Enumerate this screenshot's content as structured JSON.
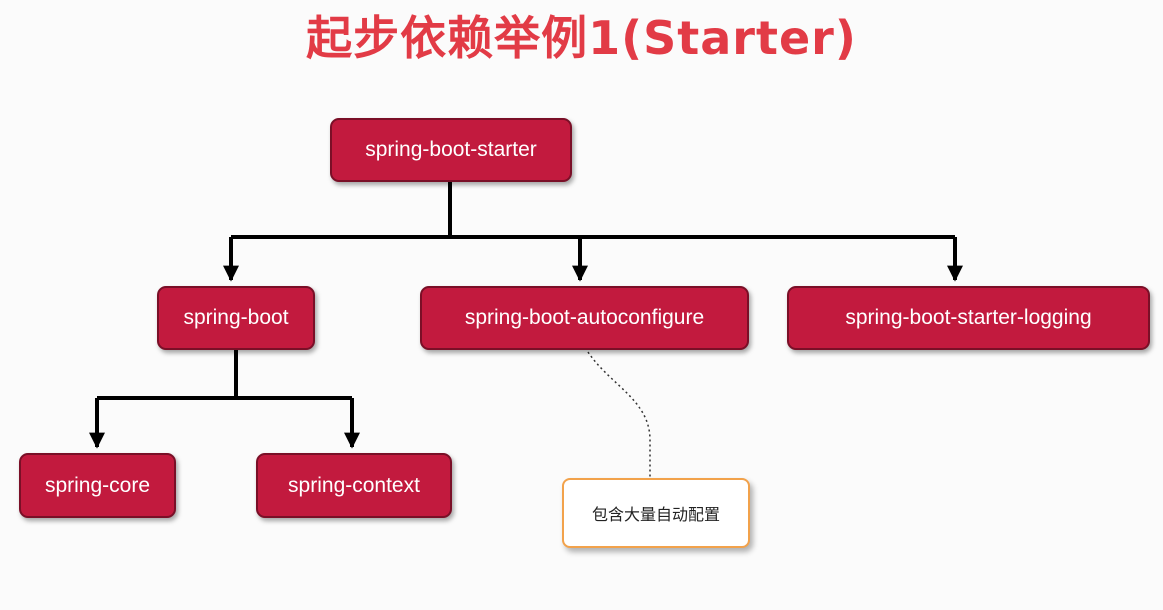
{
  "title": "起步依赖举例1(Starter)",
  "nodes": {
    "root": "spring-boot-starter",
    "boot": "spring-boot",
    "autoconfigure": "spring-boot-autoconfigure",
    "logging": "spring-boot-starter-logging",
    "core": "spring-core",
    "context": "spring-context"
  },
  "note": "包含大量自动配置",
  "colors": {
    "title": "#e23b46",
    "node_fill": "#c21a3e",
    "node_border": "#7a0f27",
    "note_border": "#f2a24b",
    "connector": "#000000"
  }
}
